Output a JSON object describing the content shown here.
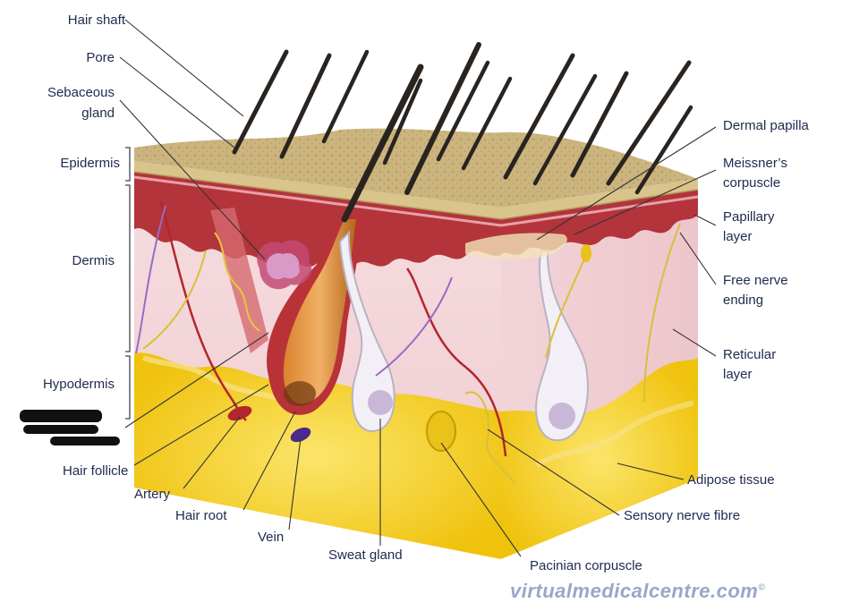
{
  "labels": {
    "hair_shaft": "Hair shaft",
    "pore": "Pore",
    "sebaceous_gland_1": "Sebaceous",
    "sebaceous_gland_2": "gland",
    "epidermis": "Epidermis",
    "dermis": "Dermis",
    "hypodermis": "Hypodermis",
    "hair_follicle": "Hair follicle",
    "artery": "Artery",
    "hair_root": "Hair root",
    "vein": "Vein",
    "sweat_gland": "Sweat gland",
    "pacinian_corpuscle": "Pacinian corpuscle",
    "dermal_papilla": "Dermal papilla",
    "meissners_1": "Meissner’s",
    "meissners_2": "corpuscle",
    "papillary_1": "Papillary",
    "papillary_2": "layer",
    "free_nerve_1": "Free nerve",
    "free_nerve_2": "ending",
    "reticular_1": "Reticular",
    "reticular_2": "layer",
    "adipose_tissue": "Adipose tissue",
    "sensory_nerve_fibre": "Sensory nerve fibre"
  },
  "watermark": "virtualmedicalcentre.com",
  "watermark_mark": "©",
  "colors": {
    "epidermis_top": "#c9b47c",
    "dermis": "#f4d9dc",
    "dermis_side": "#f0cfd3",
    "papillary": "#b2343a",
    "adipose": "#f2cf1e",
    "hair": "#2a2420",
    "label_text": "#1f2a4e",
    "leader": "#333333",
    "watermark": "#9aa6c9"
  }
}
